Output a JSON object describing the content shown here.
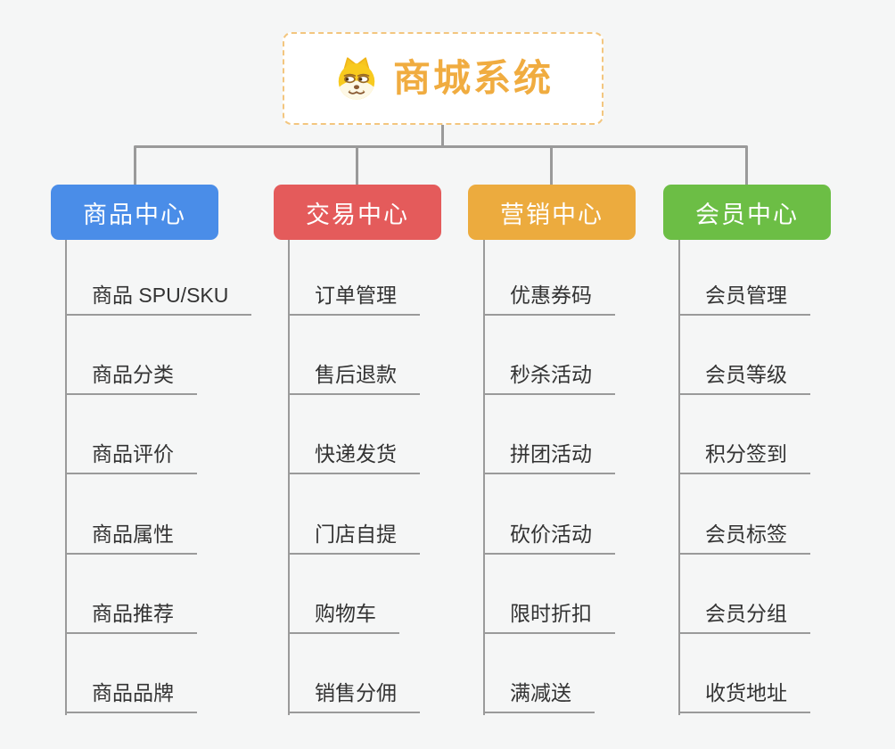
{
  "canvas": {
    "background_color": "#f5f6f6",
    "connector_color": "#9a9a9a"
  },
  "root": {
    "label": "商城系统",
    "icon": "shiba-dog-icon",
    "text_color": "#f0ac40",
    "border_color": "#f3c67f"
  },
  "branches": [
    {
      "label": "商品中心",
      "color": "#4a8de8",
      "children": [
        "商品 SPU/SKU",
        "商品分类",
        "商品评价",
        "商品属性",
        "商品推荐",
        "商品品牌"
      ]
    },
    {
      "label": "交易中心",
      "color": "#e45b5b",
      "children": [
        "订单管理",
        "售后退款",
        "快递发货",
        "门店自提",
        "购物车",
        "销售分佣"
      ]
    },
    {
      "label": "营销中心",
      "color": "#ecab3e",
      "children": [
        "优惠券码",
        "秒杀活动",
        "拼团活动",
        "砍价活动",
        "限时折扣",
        "满减送"
      ]
    },
    {
      "label": "会员中心",
      "color": "#6cbe45",
      "children": [
        "会员管理",
        "会员等级",
        "积分签到",
        "会员标签",
        "会员分组",
        "收货地址"
      ]
    }
  ]
}
